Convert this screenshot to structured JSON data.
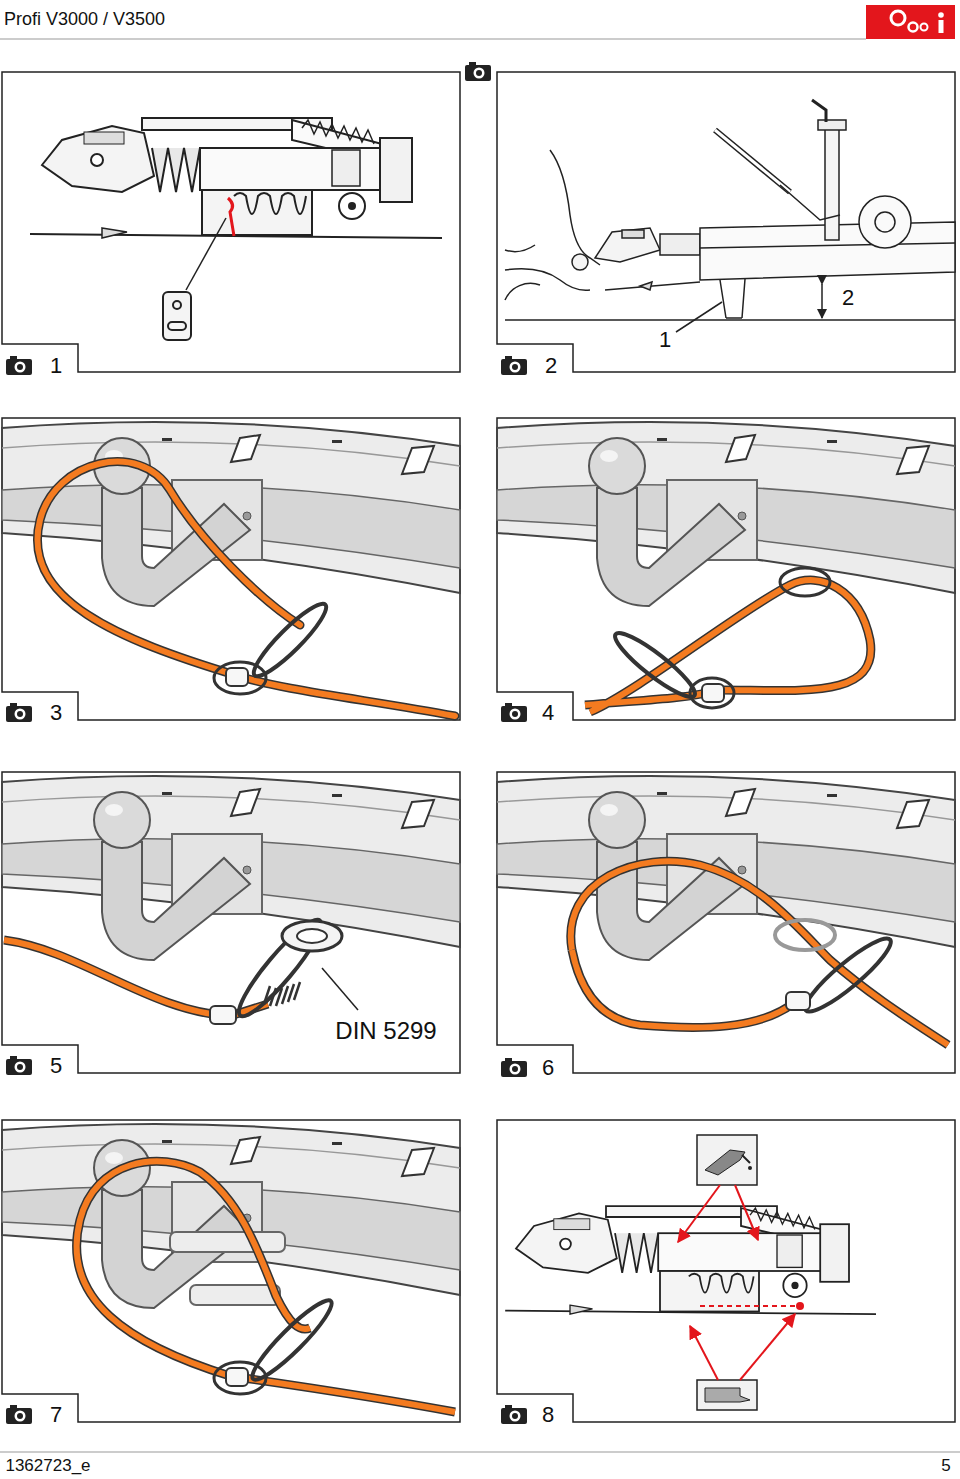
{
  "diagram": {
    "title": "Profi V3000 / V3500",
    "labels": [
      "2",
      "1",
      "1",
      "2",
      "3",
      "4",
      "DIN 5299",
      "5",
      "6",
      "7",
      "8",
      "1362723_e",
      "5"
    ]
  }
}
